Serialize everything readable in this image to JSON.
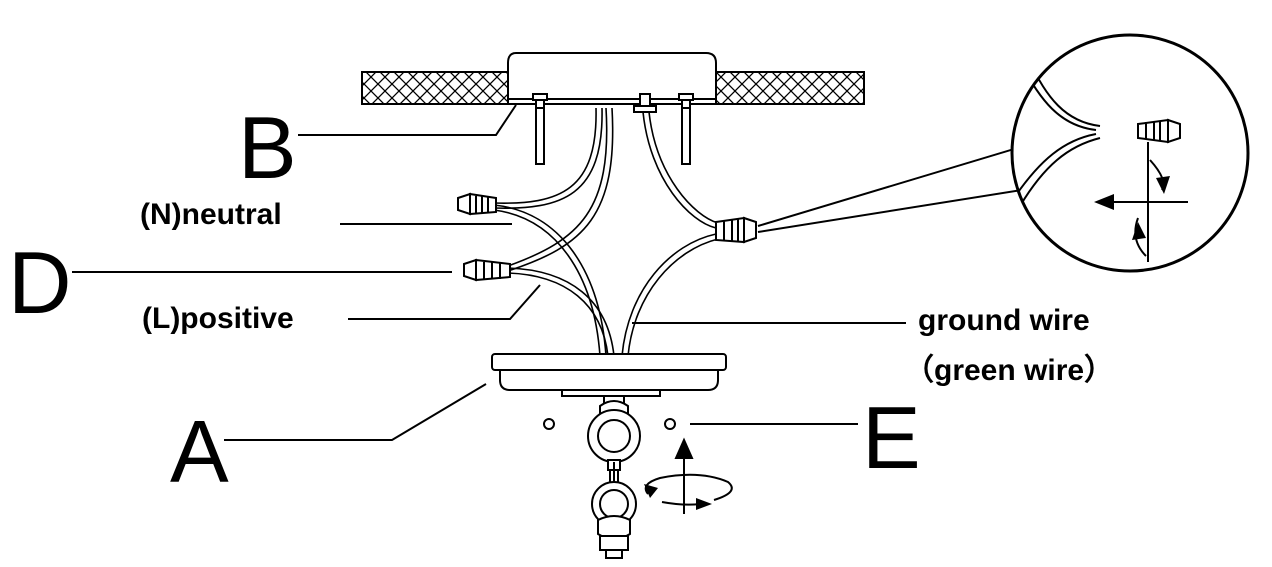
{
  "labels": {
    "A": "A",
    "B": "B",
    "D": "D",
    "E": "E",
    "neutral": "(N)neutral",
    "positive": "(L)positive",
    "ground_line1": "ground wire",
    "ground_line2": "（green wire）"
  },
  "colors": {
    "ink": "#000000",
    "background": "#ffffff"
  },
  "icons": {
    "rotate": "rotation-arrow-icon",
    "push": "direction-arrow-icon"
  }
}
